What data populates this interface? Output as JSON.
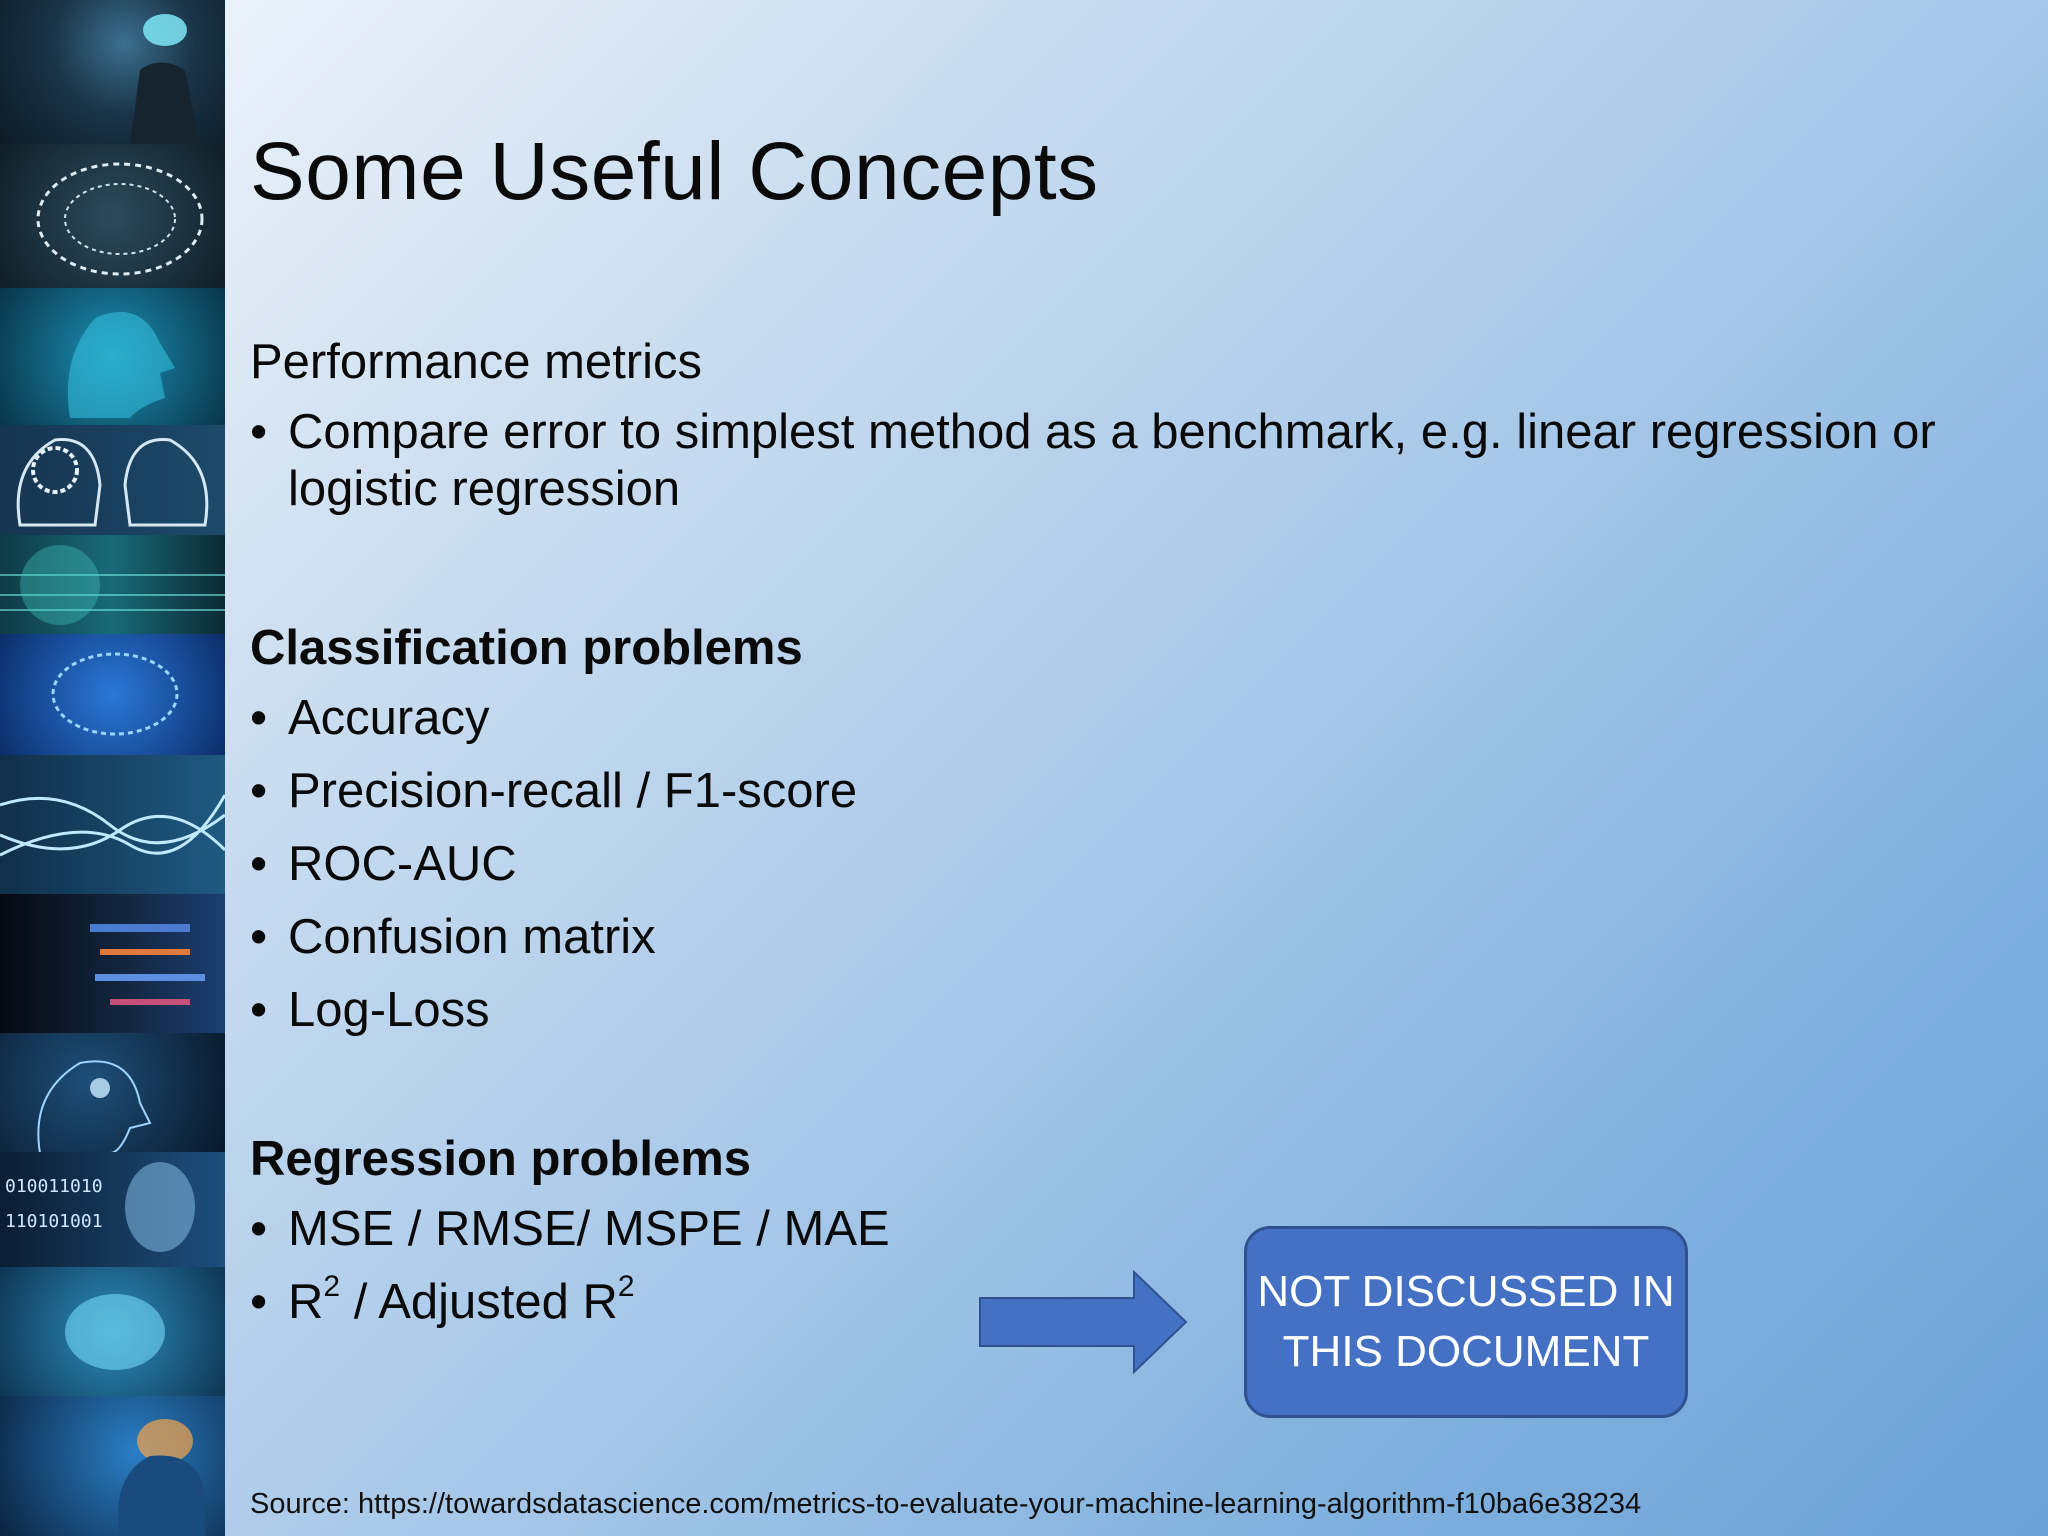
{
  "slide": {
    "title": "Some Useful Concepts",
    "performance": {
      "heading": "Performance metrics",
      "bullets": [
        "Compare error to simplest method as a benchmark, e.g. linear regression or logistic regression"
      ]
    },
    "classification": {
      "heading": "Classification problems",
      "bullets": [
        "Accuracy",
        "Precision-recall / F1-score",
        "ROC-AUC",
        "Confusion matrix",
        "Log-Loss"
      ]
    },
    "regression": {
      "heading": "Regression problems",
      "bullet_1": "MSE / RMSE/ MSPE / MAE",
      "bullet_2": {
        "r": "R",
        "sup": "2",
        "middle": " / Adjusted R",
        "sup2": "2"
      }
    },
    "bullet_char": "•",
    "callout": {
      "line1": "NOT DISCUSSED IN",
      "line2": "THIS DOCUMENT"
    },
    "source": "Source: https://towardsdatascience.com/metrics-to-evaluate-your-machine-learning-algorithm-f10ba6e38234"
  },
  "colors": {
    "callout_fill": "#4471c4",
    "callout_border": "#2f528f",
    "arrow_fill": "#4471c4"
  },
  "sidebar_images": [
    "brain-head-man-image",
    "circuit-brain-image",
    "digital-face-profile-image",
    "gears-heads-image",
    "glowing-head-lines-image",
    "blue-brain-image",
    "circuit-wires-image",
    "data-streams-head-image",
    "network-face-image",
    "binary-code-head-image",
    "glowing-brain-circuit-image",
    "neon-brain-head-image"
  ]
}
